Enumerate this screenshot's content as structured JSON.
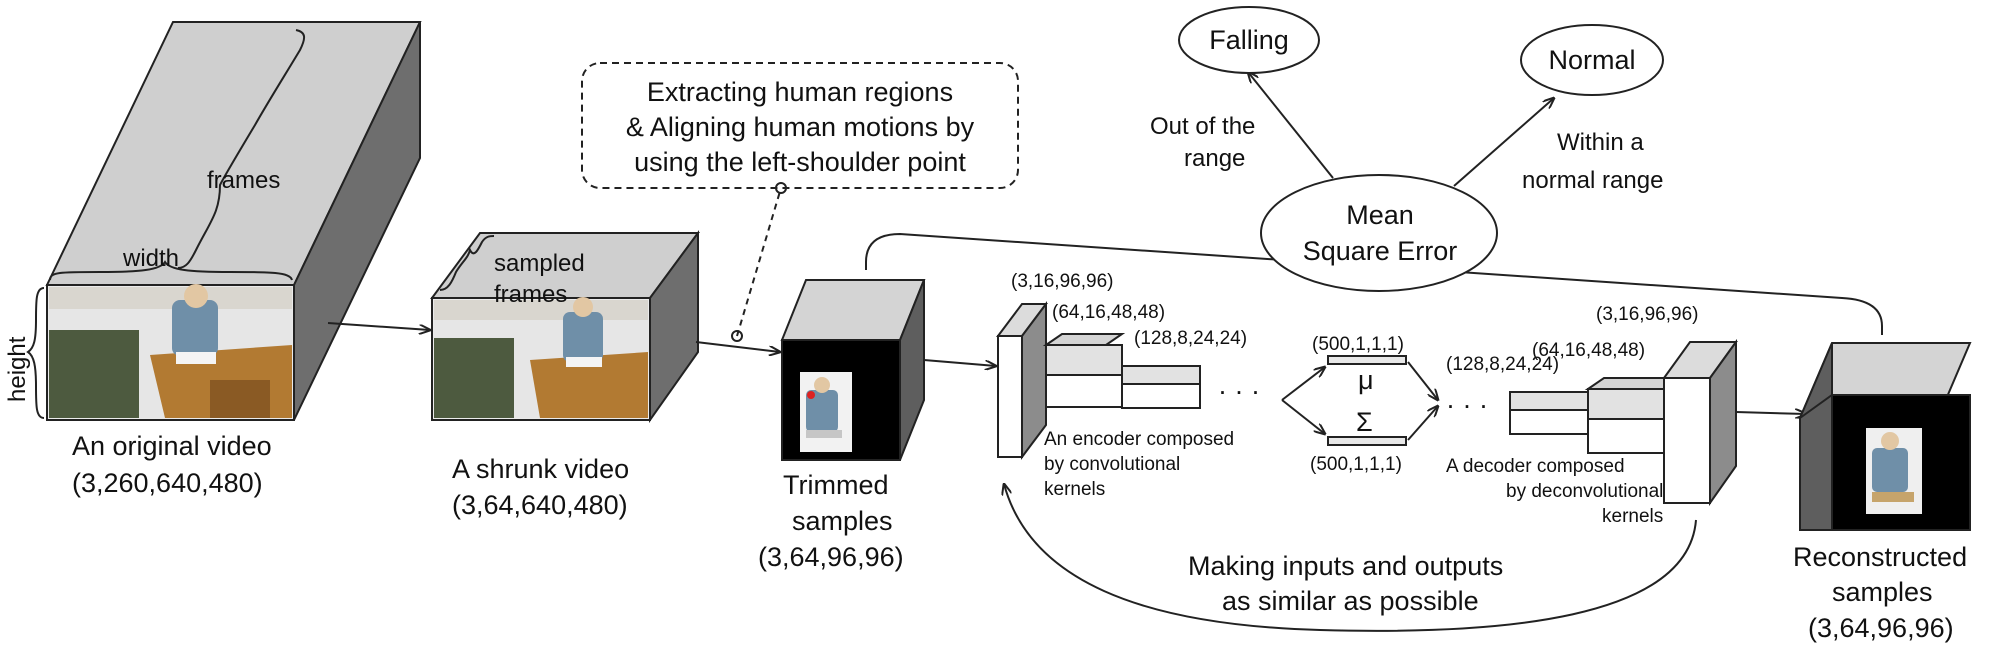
{
  "labels": {
    "original_caption": "An original video",
    "original_dims": "(3,260,640,480)",
    "frames": "frames",
    "width": "width",
    "height": "height",
    "shrunk_caption": "A shrunk video",
    "shrunk_dims": "(3,64,640,480)",
    "sampled": "sampled",
    "sampled_frames": "frames",
    "trimmed": "Trimmed",
    "trimmed_samples": "samples",
    "trimmed_dims": "(3,64,96,96)",
    "reconstructed": "Reconstructed",
    "reconstructed_samples": "samples",
    "reconstructed_dims": "(3,64,96,96)",
    "callout_line1": "Extracting human regions",
    "callout_line2": "& Aligning human motions by",
    "callout_line3": "using the left-shoulder point",
    "falling": "Falling",
    "normal": "Normal",
    "out_range_1": "Out of the",
    "out_range_2": "range",
    "within_1": "Within a",
    "within_2": "normal range",
    "mse_1": "Mean",
    "mse_2": "Square Error",
    "enc_dim1": "(3,16,96,96)",
    "enc_dim2": "(64,16,48,48)",
    "enc_dim3": "(128,8,24,24)",
    "mu": "μ",
    "sigma": "Σ",
    "latent_top": "(500,1,1,1)",
    "latent_bottom": "(500,1,1,1)",
    "dec_dim1": "(128,8,24,24)",
    "dec_dim2": "(64,16,48,48)",
    "dec_dim3": "(3,16,96,96)",
    "encoder_1": "An encoder composed",
    "encoder_2": "by convolutional",
    "encoder_3": "kernels",
    "decoder_1": "A decoder composed",
    "decoder_2": "by deconvolutional",
    "decoder_3": "kernels",
    "making_1": "Making inputs and outputs",
    "making_2": "as similar as possible",
    "dots_left": "· · ·",
    "dots_right": "· · ·"
  },
  "colors": {
    "box_front": "#f2f2f2",
    "box_top": "#d9d9d9",
    "box_side": "#777777",
    "video_floor": "#c98c3a",
    "video_wall": "#e9e9e9",
    "sample_bg": "#000000",
    "person_shirt": "#6f8fa8"
  }
}
